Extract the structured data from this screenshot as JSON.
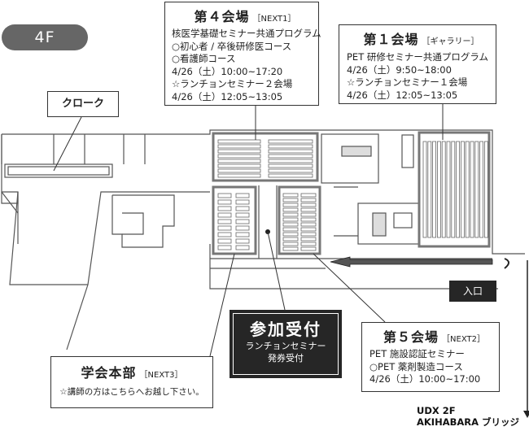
{
  "floor": {
    "label": "4F"
  },
  "cloak": {
    "label": "クローク"
  },
  "hall4": {
    "title": "第４会場",
    "subtitle": "［NEXT1］",
    "lines": [
      "核医学基礎セミナー共通プログラム",
      "○初心者 / 卒後研修医コース",
      "○看護師コース",
      "4/26（土）10:00~17:20",
      "☆ランチョンセミナー２会場",
      "4/26（土）12:05~13:05"
    ]
  },
  "hall1": {
    "title": "第１会場",
    "subtitle": "［ギャラリー］",
    "lines": [
      "PET 研修セミナー共通プログラム",
      "4/26（土）9:50~18:00",
      "☆ランチョンセミナー１会場",
      "4/26（土）12:05~13:05"
    ]
  },
  "hall5": {
    "title": "第５会場",
    "subtitle": "［NEXT2］",
    "lines": [
      "PET 施設認証セミナー",
      "○PET 薬剤製造コース",
      "4/26（土）10:00~17:00"
    ]
  },
  "hq": {
    "title": "学会本部",
    "subtitle": "［NEXT3］",
    "note": "☆講師の方はこちらへお越し下さい。"
  },
  "registration": {
    "title": "参加受付",
    "lines": [
      "ランチョンセミナー",
      "発券受付"
    ]
  },
  "entrance": {
    "label": "入口"
  },
  "udx": {
    "line1": "UDX 2F",
    "line2": "AKIHABARA ブリッジ"
  },
  "colors": {
    "wall": "#555555",
    "seat": "#666666",
    "highlight_wall": "#777777",
    "label_bg": "#262626",
    "badge_bg": "#666666"
  }
}
